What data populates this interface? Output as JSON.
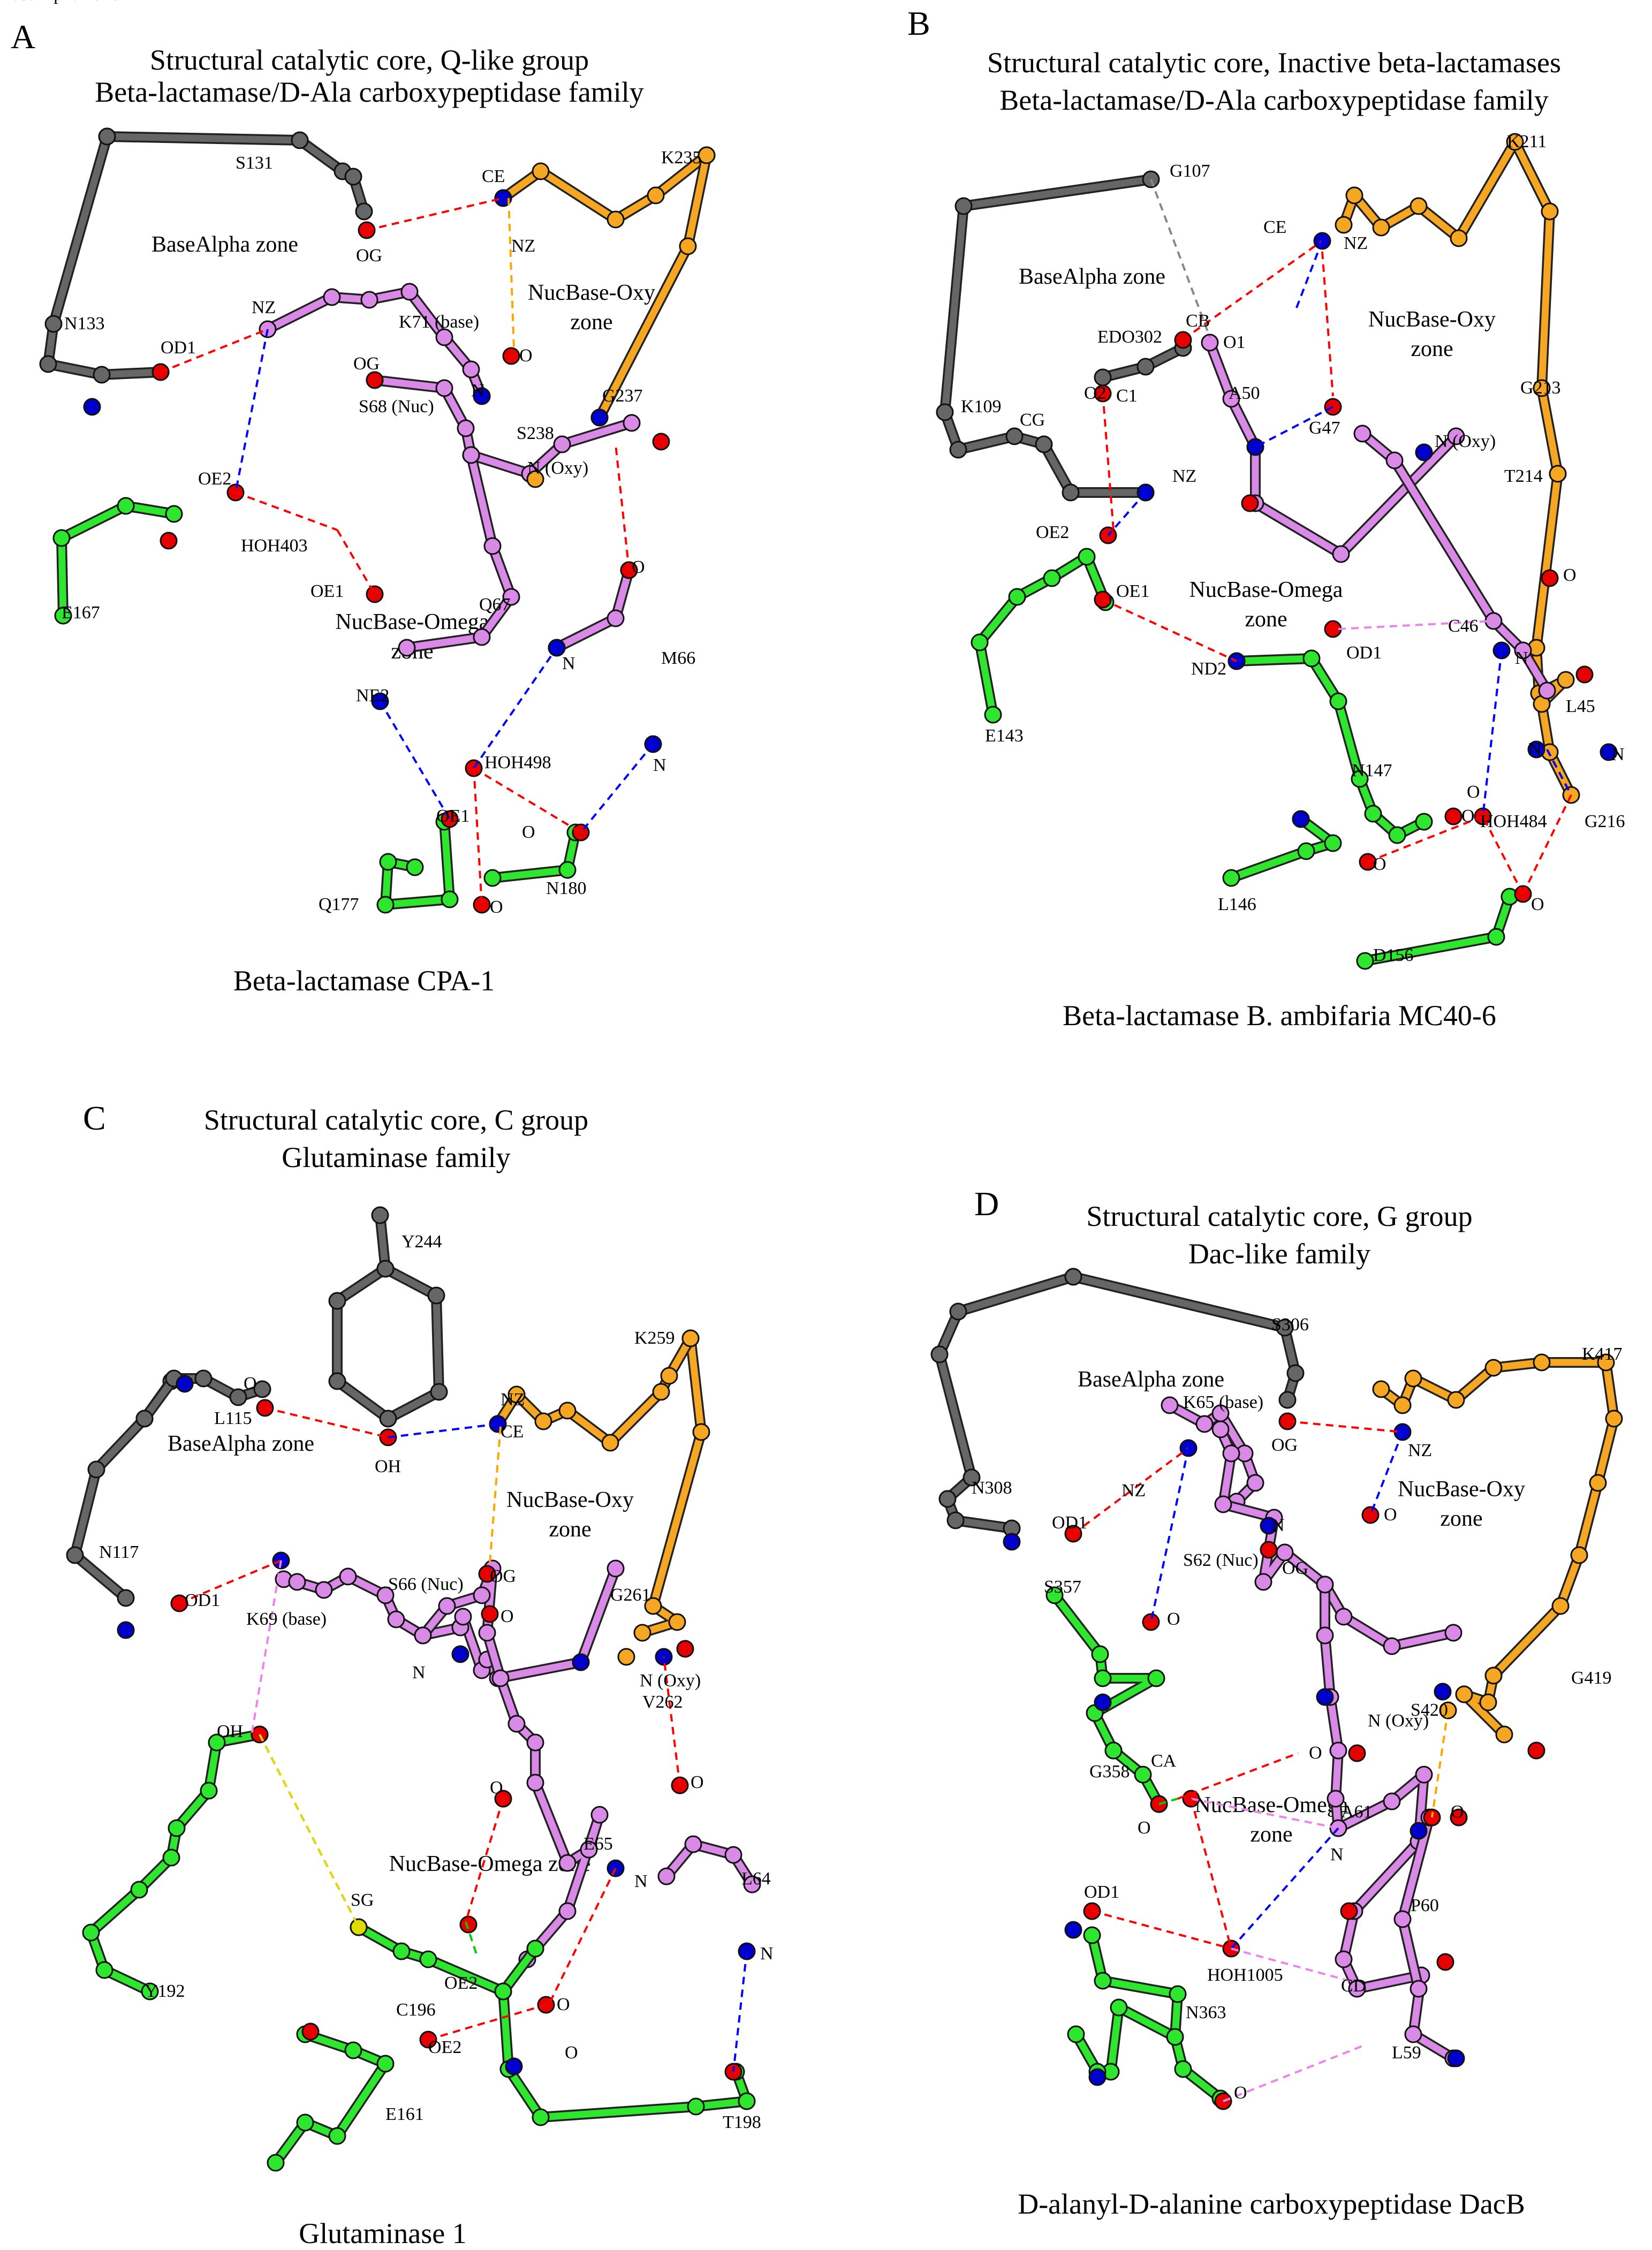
{
  "colors": {
    "gray": "#666666",
    "orange": "#f5a623",
    "violet": "#d98ae6",
    "green": "#2ee62e",
    "red": "#e60000",
    "blue": "#0000cc",
    "hbond_red": "#ff0000",
    "hbond_blue": "#0000ff",
    "hbond_orange": "#ffa500",
    "hbond_violet": "#ee82ee",
    "hbond_green": "#00cc00",
    "hbond_yellow": "#dddd00",
    "hbond_gray": "#888888"
  },
  "panels": [
    {
      "letter": "A",
      "title_line1": "Structural catalytic core, Q-like group",
      "title_line2": "Beta-lactamase/D-Ala carboxypeptidase family",
      "caption": "Beta-lactamase CPA-1",
      "zones": [
        "BaseAlpha zone",
        "NucBase-Oxy",
        "zone",
        "NucBase-Omega",
        "zone"
      ],
      "labels": [
        "S131",
        "CE",
        "NZ",
        "K235",
        "OG",
        "BaseAlpha zone",
        "NZ",
        "N133",
        "OD1",
        "K71 (base)",
        "OG",
        "O",
        "S68 (Nuc)",
        "N",
        "G237",
        "S238",
        "N (Oxy)",
        "OE2",
        "HOH403",
        "OE1",
        "Q67",
        "O",
        "E167",
        "NE2",
        "N",
        "M66",
        "HOH498",
        "N",
        "OE1",
        "O",
        "Q177",
        "O",
        "N180"
      ]
    },
    {
      "letter": "B",
      "title_line1": "Structural catalytic core, Inactive beta-lactamases",
      "title_line2": "Beta-lactamase/D-Ala carboxypeptidase family",
      "caption": "Beta-lactamase B. ambifaria MC40-6",
      "zones": [
        "BaseAlpha zone",
        "NucBase-Oxy",
        "zone",
        "NucBase-Omega",
        "zone"
      ],
      "labels": [
        "G107",
        "K211",
        "CE",
        "NZ",
        "CB",
        "O1",
        "EDO302",
        "C1",
        "A50",
        "O2",
        "K109",
        "CG",
        "NZ",
        "G213",
        "O",
        "N (Oxy)",
        "G47",
        "T214",
        "OE2",
        "OE1",
        "ND2",
        "OD1",
        "C46",
        "O",
        "N",
        "L45",
        "N147",
        "N",
        "N",
        "O",
        "HOH484",
        "G216",
        "L146",
        "O",
        "O",
        "D156",
        "E143"
      ]
    },
    {
      "letter": "C",
      "title_line1": "Structural catalytic core, C group",
      "title_line2": "Glutaminase family",
      "caption": "Glutaminase 1",
      "zones": [
        "BaseAlpha zone",
        "NucBase-Oxy",
        "zone",
        "NucBase-Omega zone"
      ],
      "labels": [
        "Y244",
        "K259",
        "O",
        "L115",
        "NZ",
        "CE",
        "OH",
        "N117",
        "OD1",
        "S66 (Nuc)",
        "OG",
        "O",
        "G261",
        "K69 (base)",
        "N",
        "N (Oxy)",
        "V262",
        "OH",
        "O",
        "O",
        "E65",
        "SG",
        "N",
        "L64",
        "N",
        "Y192",
        "C196",
        "OE2",
        "O",
        "OE2",
        "O",
        "E161",
        "T198"
      ]
    },
    {
      "letter": "D",
      "title_line1": "Structural catalytic core, G group",
      "title_line2": "Dac-like family",
      "caption": "D-alanyl-D-alanine carboxypeptidase DacB",
      "zones": [
        "BaseAlpha zone",
        "NucBase-Oxy",
        "zone",
        "NucBase-Omega",
        "zone"
      ],
      "labels": [
        "S306",
        "K417",
        "K65 (base)",
        "OG",
        "NZ",
        "N308",
        "OD1",
        "NZ",
        "S62 (Nuc)",
        "N",
        "O",
        "OG",
        "S357",
        "O",
        "G419",
        "N (Oxy)",
        "S420",
        "CA",
        "O",
        "G358",
        "A61",
        "O",
        "O",
        "N",
        "P60",
        "OD1",
        "HOH1005",
        "CD",
        "N363",
        "L59",
        "O"
      ]
    }
  ]
}
